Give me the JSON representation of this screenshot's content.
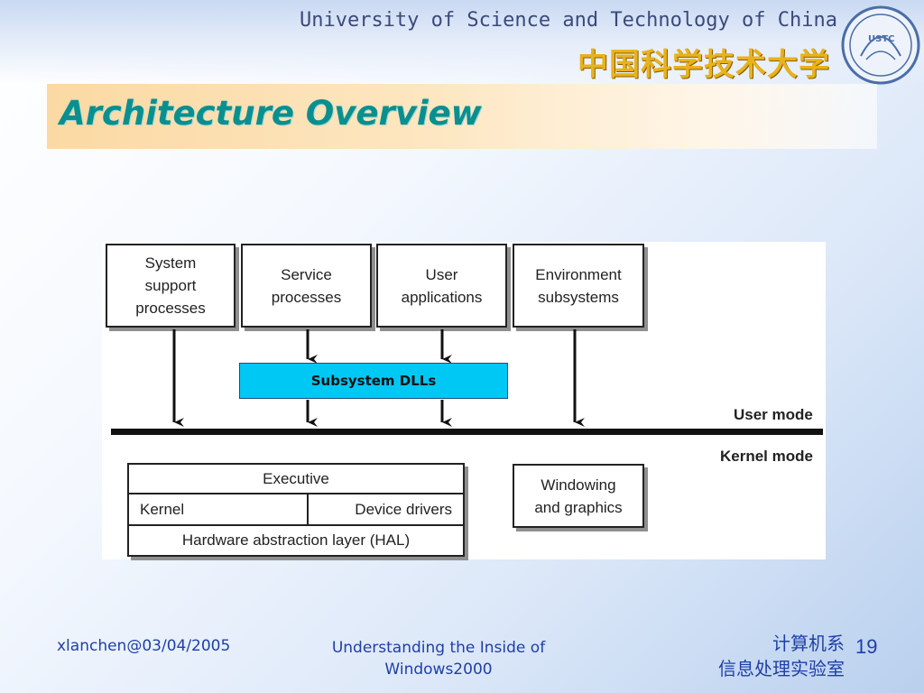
{
  "header": {
    "university_en": "University of Science and Technology of China",
    "university_cn": "中国科学技术大学",
    "logo_text": "USTC",
    "logo_icon": "ustc-seal-icon"
  },
  "slide": {
    "title": "Architecture Overview"
  },
  "diagram": {
    "user_boxes": [
      {
        "lines": [
          "System",
          "support",
          "processes"
        ]
      },
      {
        "lines": [
          "Service",
          "processes"
        ]
      },
      {
        "lines": [
          "User",
          "applications"
        ]
      },
      {
        "lines": [
          "Environment",
          "subsystems"
        ]
      }
    ],
    "subsystem_dlls": "Subsystem DLLs",
    "user_mode_label": "User mode",
    "kernel_mode_label": "Kernel mode",
    "executive": "Executive",
    "kernel": "Kernel",
    "device_drivers": "Device drivers",
    "hal": "Hardware abstraction layer (HAL)",
    "windowing": [
      "Windowing",
      "and graphics"
    ]
  },
  "footer": {
    "author_date": "xlanchen@03/04/2005",
    "course_line1": "Understanding the Inside of",
    "course_line2": "Windows2000",
    "dept_line1": "计算机系",
    "dept_line2": "信息处理实验室",
    "page_number": "19"
  }
}
